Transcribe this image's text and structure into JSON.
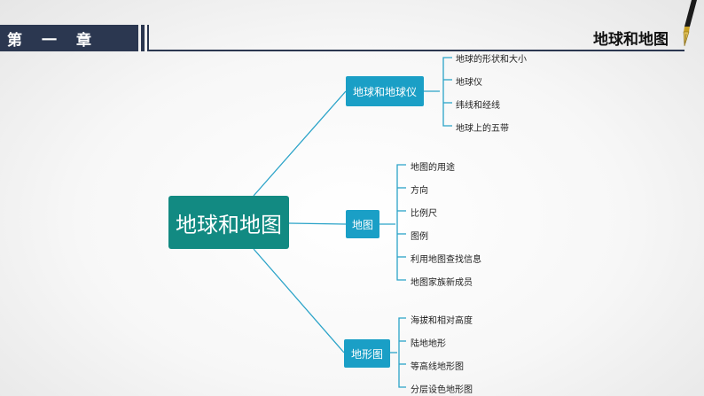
{
  "header": {
    "chapter_label": "第一章",
    "topic_title": "地球和地图"
  },
  "icons": {
    "pen": "fountain-pen-icon"
  },
  "colors": {
    "header_bar": "#2b3750",
    "root_node": "#128a82",
    "branch_node": "#1a9fc6",
    "connector": "#2aa3c8"
  },
  "mindmap": {
    "root": "地球和地图",
    "branches": [
      {
        "label": "地球和地球仪",
        "leaves": [
          "地球的形状和大小",
          "地球仪",
          "纬线和经线",
          "地球上的五带"
        ]
      },
      {
        "label": "地图",
        "leaves": [
          "地图的用途",
          "方向",
          "比例尺",
          "图例",
          "利用地图查找信息",
          "地图家族新成员"
        ]
      },
      {
        "label": "地形图",
        "leaves": [
          "海拔和相对高度",
          "陆地地形",
          "等高线地形图",
          "分层设色地形图"
        ]
      }
    ]
  }
}
